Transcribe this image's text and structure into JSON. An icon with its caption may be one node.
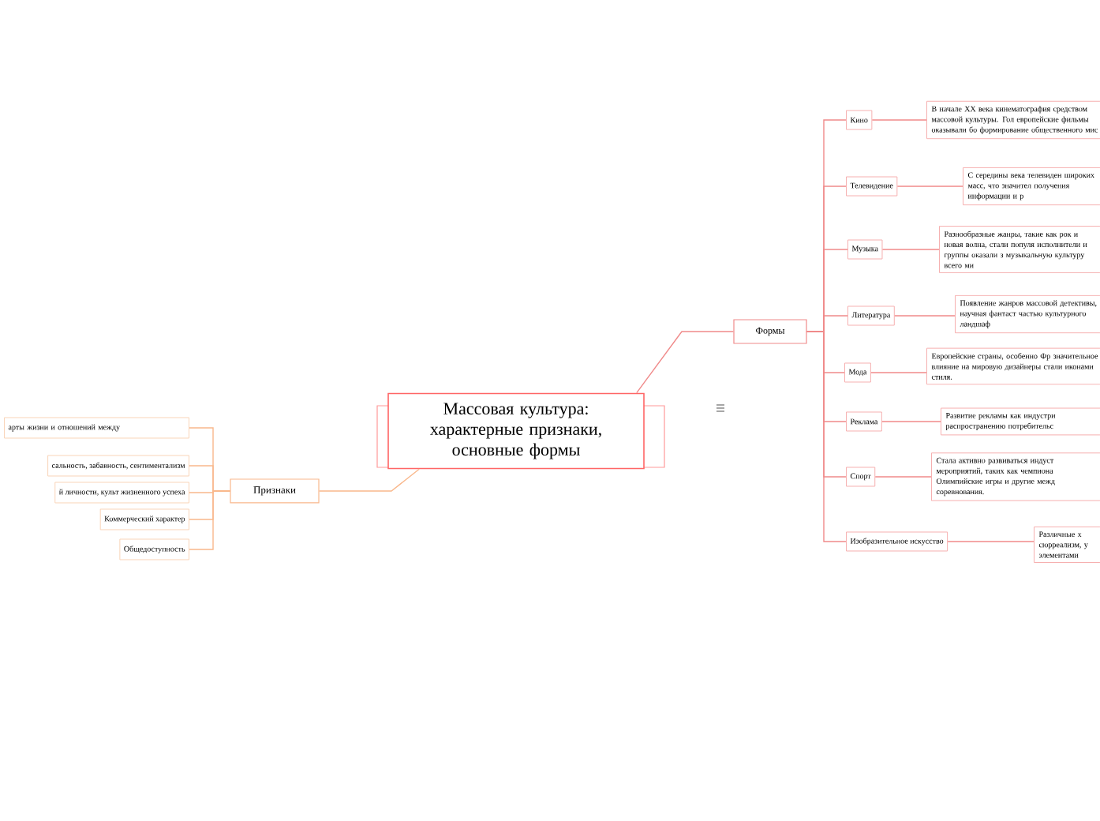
{
  "diagram": {
    "nodes": [
      {
        "text": [
          "Массовая культура: характерные признаки, основные формы"
        ]
      },
      {
        "text": [
          "Формы"
        ]
      },
      {
        "text": [
          "Кино"
        ]
      },
      {
        "text": [
          "В начале XX века кинематография средством массовой культуры. Гол европейские фильмы оказывали бо формирование общественного мис"
        ]
      },
      {
        "text": [
          "Телевидение"
        ]
      },
      {
        "text": [
          "С середины века телевиден широких масс, что значител получения информации и р"
        ]
      },
      {
        "text": [
          "Музыка"
        ]
      },
      {
        "text": [
          "Разнообразные жанры, такие как рок и новая волна, стали популя исполнители и группы оказали з музыкальную культуру всего ми"
        ]
      },
      {
        "text": [
          "Литература"
        ]
      },
      {
        "text": [
          "Появление жанров массовой детективы, научная фантаст частью культурного ландшаф"
        ]
      },
      {
        "text": [
          "Мода"
        ]
      },
      {
        "text": [
          "Европейские страны, особенно Фр значительное влияние на мировую дизайнеры стали иконами стиля."
        ]
      },
      {
        "text": [
          "Реклама"
        ]
      },
      {
        "text": [
          "Развитие рекламы как индустри распространению потребительс"
        ]
      },
      {
        "text": [
          "Спорт"
        ]
      },
      {
        "text": [
          "Стала активно развиваться индуст мероприятий, таких как чемпиона Олимпийские игры и другие межд соревнования."
        ]
      },
      {
        "text": [
          "Изобразительное искусство"
        ]
      },
      {
        "text": [
          "Различные х сюрреализм, у элементами"
        ]
      },
      {
        "text": [
          "Признаки"
        ]
      },
      {
        "text": [
          "арты жизни и отношений между"
        ]
      },
      {
        "text": [
          "сальность, забавность, сентиментализм"
        ]
      },
      {
        "text": [
          "й личности, культ жизненного успеха"
        ]
      },
      {
        "text": [
          "Коммерческий характер"
        ]
      },
      {
        "text": [
          "Общедоступность"
        ]
      }
    ],
    "edges": [
      {
        "from": 0,
        "to": 1,
        "arrow": "none"
      },
      {
        "from": 1,
        "to": 2,
        "arrow": "none"
      },
      {
        "from": 1,
        "to": 4,
        "arrow": "none"
      },
      {
        "from": 1,
        "to": 6,
        "arrow": "none"
      },
      {
        "from": 1,
        "to": 8,
        "arrow": "none"
      },
      {
        "from": 1,
        "to": 10,
        "arrow": "none"
      },
      {
        "from": 1,
        "to": 12,
        "arrow": "none"
      },
      {
        "from": 1,
        "to": 14,
        "arrow": "none"
      },
      {
        "from": 1,
        "to": 16,
        "arrow": "none"
      },
      {
        "from": 2,
        "to": 3,
        "arrow": "none"
      },
      {
        "from": 4,
        "to": 5,
        "arrow": "none"
      },
      {
        "from": 6,
        "to": 7,
        "arrow": "none"
      },
      {
        "from": 8,
        "to": 9,
        "arrow": "none"
      },
      {
        "from": 10,
        "to": 11,
        "arrow": "none"
      },
      {
        "from": 12,
        "to": 13,
        "arrow": "none"
      },
      {
        "from": 14,
        "to": 15,
        "arrow": "none"
      },
      {
        "from": 16,
        "to": 17,
        "arrow": "none"
      },
      {
        "from": 0,
        "to": 18,
        "arrow": "none",
        "color": "#f9b88c"
      },
      {
        "from": 18,
        "to": 19,
        "arrow": "none",
        "color": "#f9b88c"
      },
      {
        "from": 18,
        "to": 20,
        "arrow": "none",
        "color": "#f9b88c"
      },
      {
        "from": 18,
        "to": 21,
        "arrow": "none",
        "color": "#f9b88c"
      },
      {
        "from": 18,
        "to": 22,
        "arrow": "none",
        "color": "#f9b88c"
      },
      {
        "from": 18,
        "to": 23,
        "arrow": "none",
        "color": "#f9b88c"
      }
    ]
  }
}
